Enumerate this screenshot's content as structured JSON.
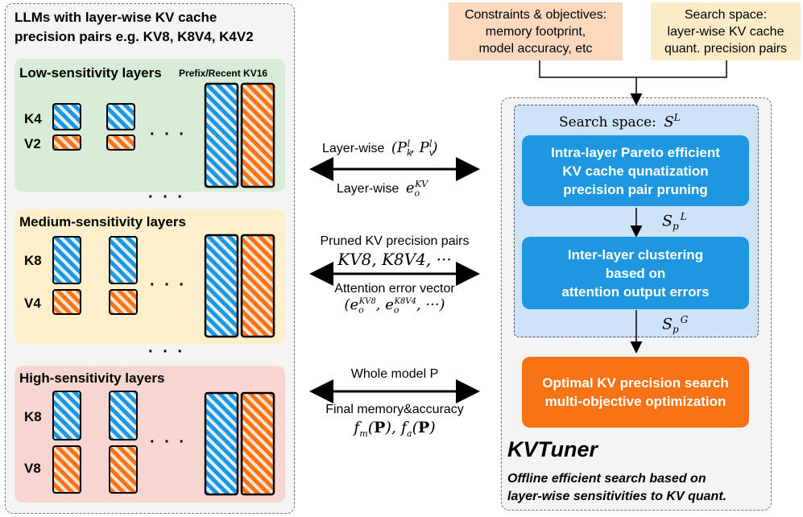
{
  "left_panel": {
    "title_line1": "LLMs with layer-wise KV cache",
    "title_line2": "precision pairs e.g. KV8, K8V4, K4V2",
    "low": {
      "title": "Low-sensitivity layers",
      "note": "Prefix/Recent KV16",
      "k_label": "K4",
      "v_label": "V2"
    },
    "medium": {
      "title": "Medium-sensitivity layers",
      "k_label": "K8",
      "v_label": "V4"
    },
    "high": {
      "title": "High-sensitivity layers",
      "k_label": "K8",
      "v_label": "V8"
    },
    "ellipsis": "· · ·"
  },
  "middle": {
    "a1_top_text": "Layer-wise",
    "a1_top_math": "(P_k^l, P_v^l)",
    "a1_bottom_text": "Layer-wise",
    "a1_bottom_math": "e_o^KV",
    "a2_line1": "Pruned KV precision pairs",
    "a2_line2": "KV8, K8V4, ···",
    "a2_line3": "Attention error vector",
    "a2_line4": "(e_o^KV8, e_o^K8V4, ···)",
    "a3_line1": "Whole model P",
    "a3_line2": "Final memory&accuracy",
    "a3_line3": "f_m(P), f_a(P)"
  },
  "top_boxes": {
    "constraints": [
      "Constraints & objectives:",
      "memory footprint,",
      "model accuracy, etc"
    ],
    "search_space": [
      "Search space:",
      "layer-wise KV cache",
      "quant. precision pairs"
    ]
  },
  "right_panel": {
    "search_space_label": "Search space:",
    "search_space_symbol": "S^L",
    "box1": [
      "Intra-layer Pareto efficient",
      "KV cache qunatization",
      "precision pair pruning"
    ],
    "s_p_L": "S_p^L",
    "box2": [
      "Inter-layer clustering",
      "based on",
      "attention output errors"
    ],
    "s_p_G": "S_p^G",
    "box3": [
      "Optimal KV precision search",
      "multi-objective optimization"
    ],
    "title": "KVTuner",
    "desc": [
      "Offline efficient search based on",
      "layer-wise sensitivities to KV quant."
    ]
  },
  "colors": {
    "blue_fill": "#1e96e0",
    "orange_fill": "#f77315",
    "green_band": "#d8ecd8",
    "yellow_band": "#fdefcc",
    "red_band": "#f7d6d2",
    "constraints_box": "#fad9bf",
    "search_box": "#fcebc8",
    "search_space_bg": "#cfe3f8"
  }
}
